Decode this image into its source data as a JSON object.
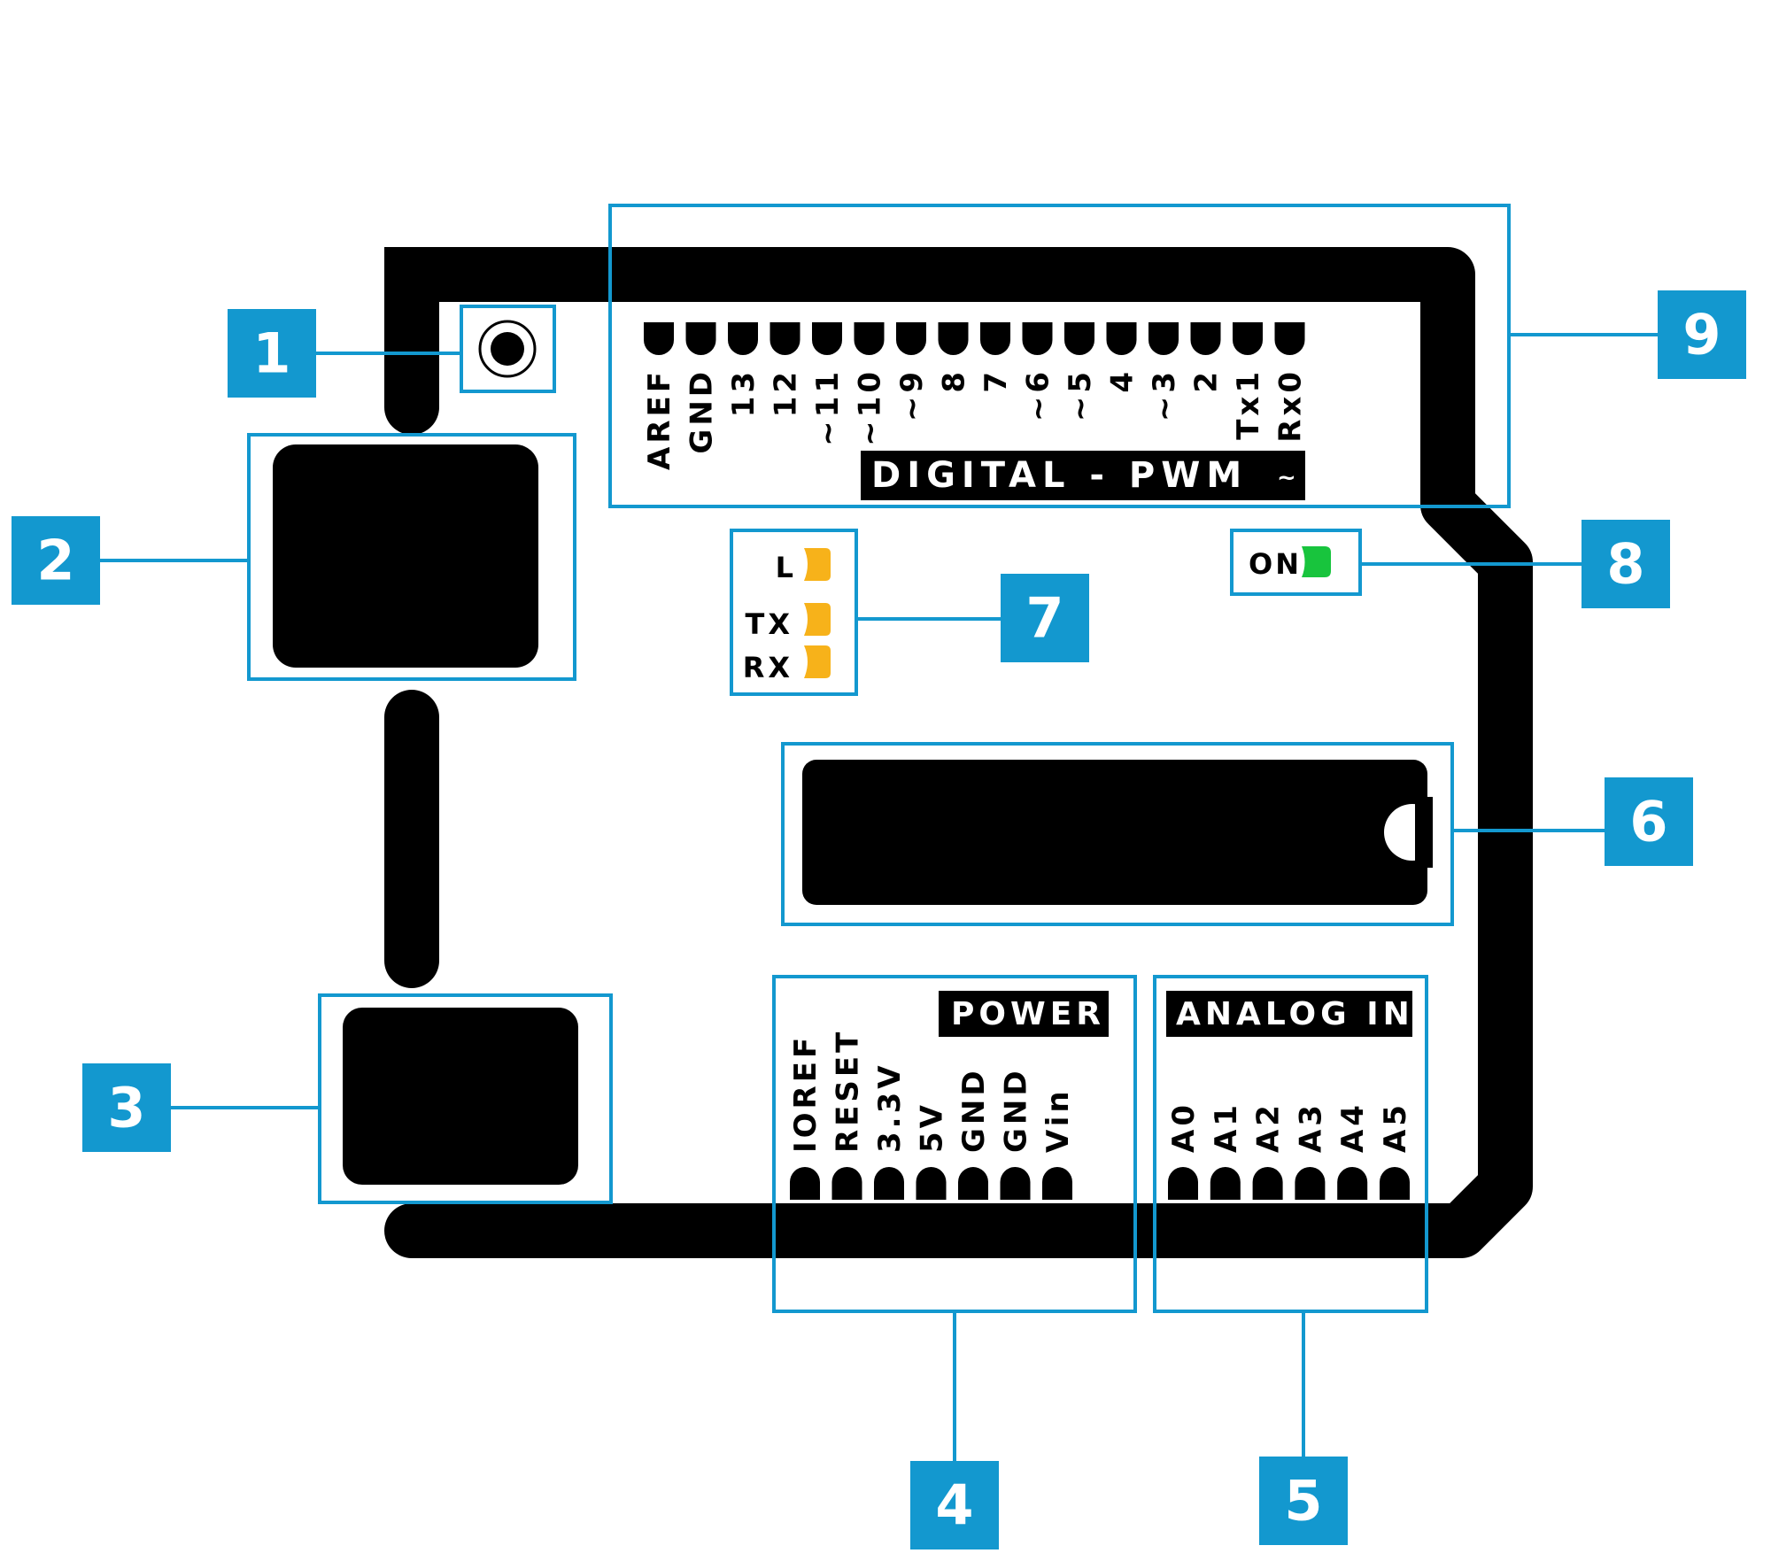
{
  "colors": {
    "accent": "#1398cf",
    "board": "#000000",
    "background": "#ffffff",
    "led_orange": "#f7b21a",
    "led_green": "#18c43d",
    "badge_text": "#ffffff"
  },
  "callouts": [
    {
      "id": "1",
      "label": "1"
    },
    {
      "id": "2",
      "label": "2"
    },
    {
      "id": "3",
      "label": "3"
    },
    {
      "id": "4",
      "label": "4"
    },
    {
      "id": "5",
      "label": "5"
    },
    {
      "id": "6",
      "label": "6"
    },
    {
      "id": "7",
      "label": "7"
    },
    {
      "id": "8",
      "label": "8"
    },
    {
      "id": "9",
      "label": "9"
    }
  ],
  "digital": {
    "title": "DIGITAL - PWM",
    "tilde": "~",
    "pins": [
      "AREF",
      "GND",
      "13",
      "12",
      "~11",
      "~10",
      "~9",
      "8",
      "7",
      "~6",
      "~5",
      "4",
      "~3",
      "2",
      "Tx1",
      "Rx0"
    ]
  },
  "power": {
    "title": "POWER",
    "pins": [
      "IOREF",
      "RESET",
      "3.3V",
      "5V",
      "GND",
      "GND",
      "Vin"
    ]
  },
  "analog": {
    "title": "ANALOG IN",
    "pins": [
      "A0",
      "A1",
      "A2",
      "A3",
      "A4",
      "A5"
    ]
  },
  "leds": {
    "l": "L",
    "tx": "TX",
    "rx": "RX",
    "on": "ON"
  }
}
